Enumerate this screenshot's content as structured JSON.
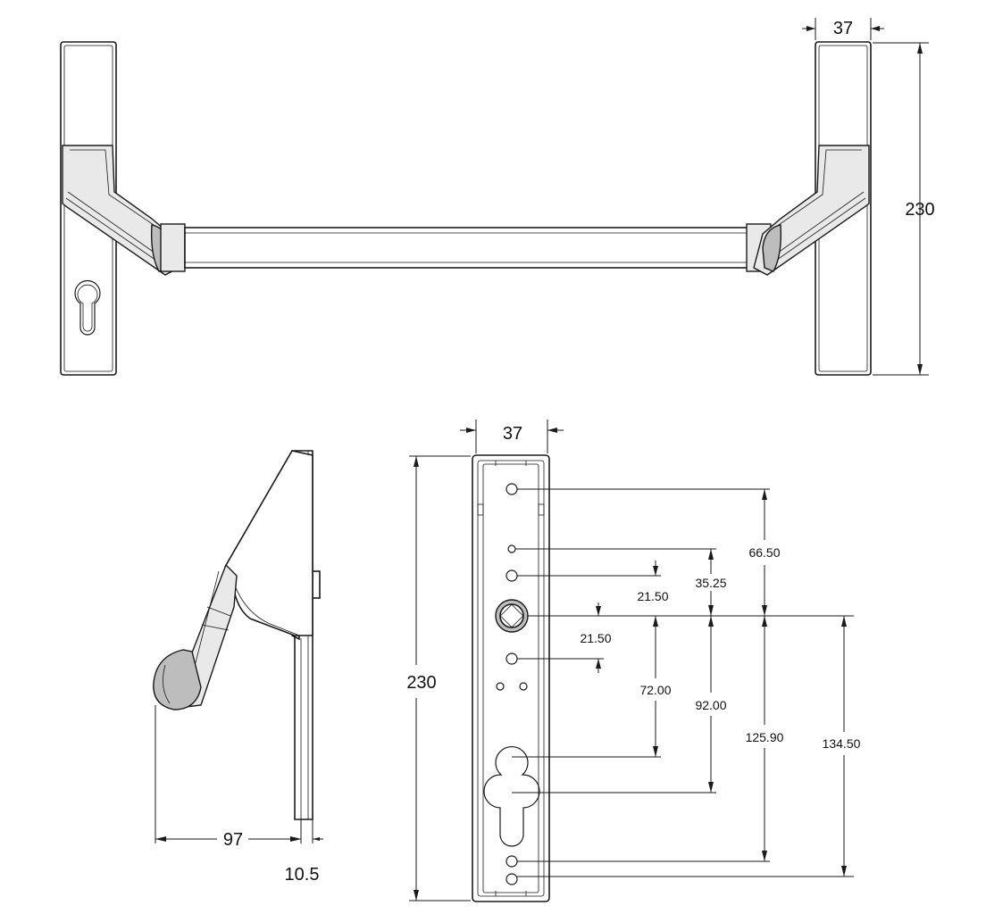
{
  "top_view": {
    "width_label": "37",
    "height_label": "230"
  },
  "side_view": {
    "depth_label": "97",
    "plate_thickness_label": "10.5"
  },
  "front_view": {
    "width_label": "37",
    "height_label": "230",
    "dimensions": {
      "d1": "66.50",
      "d2": "35.25",
      "d3": "21.50",
      "d4": "21.50",
      "d5": "72.00",
      "d6": "92.00",
      "d7": "125.90",
      "d8": "134.50"
    }
  }
}
